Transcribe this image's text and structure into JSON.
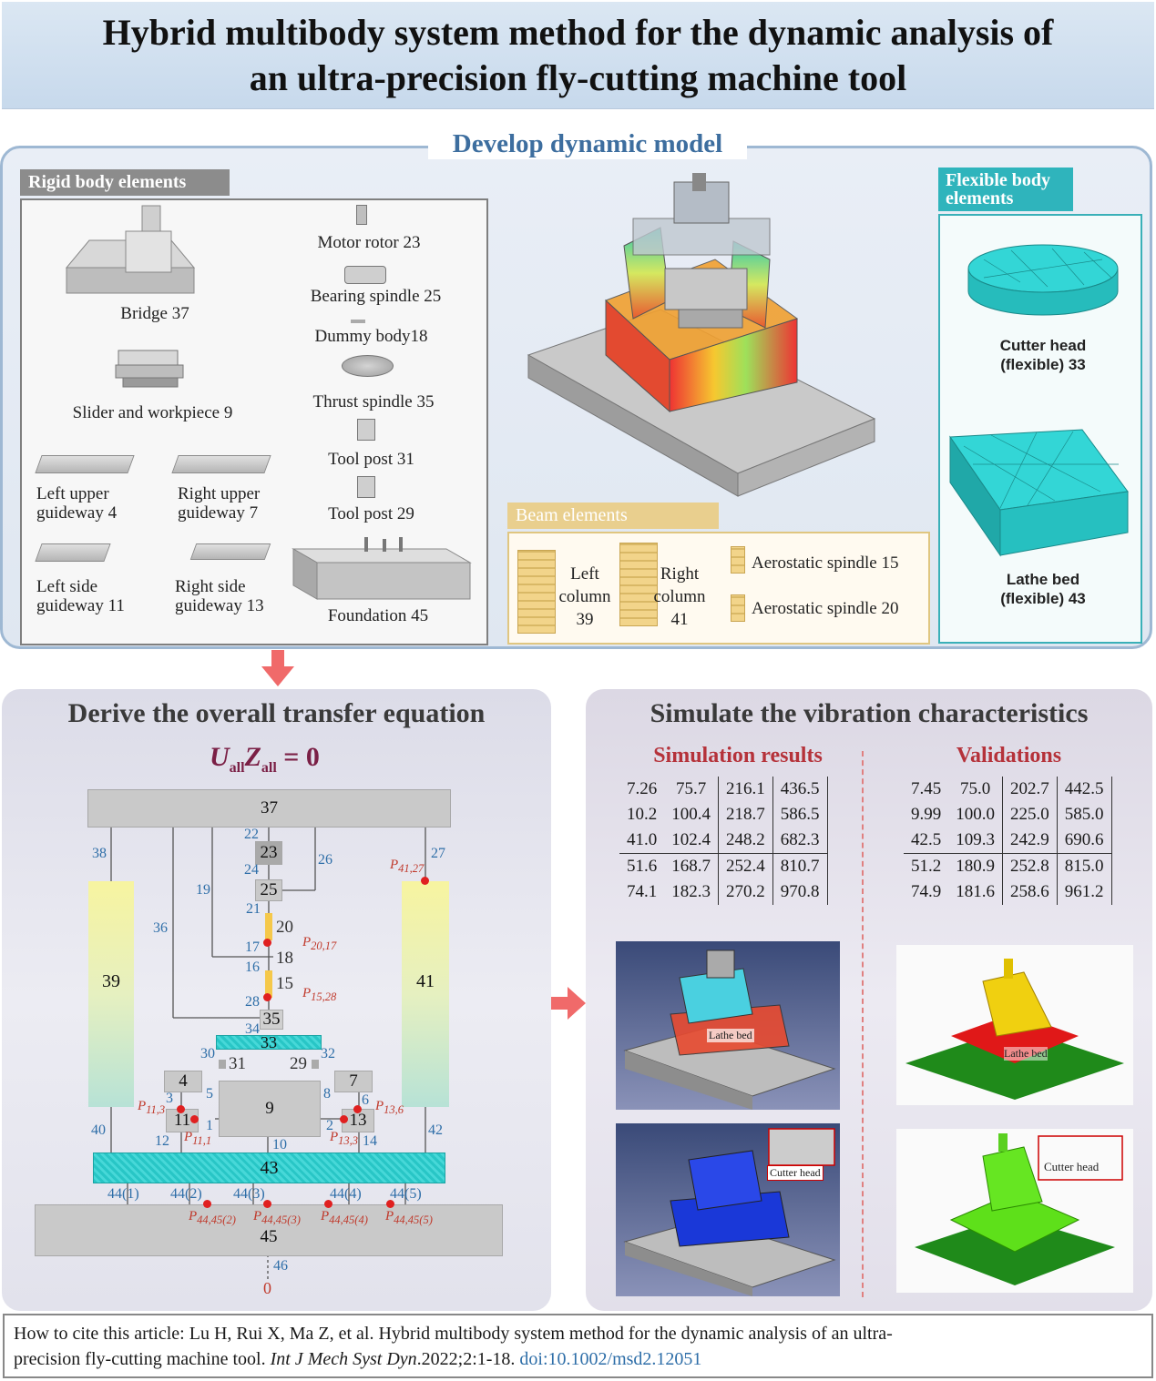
{
  "title": {
    "line1": "Hybrid multibody system method for the dynamic analysis of",
    "line2": "an ultra-precision fly-cutting machine tool"
  },
  "develop": {
    "title": "Develop dynamic model",
    "rigid": {
      "header": "Rigid body elements",
      "items": {
        "bridge": "Bridge 37",
        "slider": "Slider and workpiece 9",
        "lug1": "Left upper",
        "lug2": "guideway 4",
        "rug1": "Right upper",
        "rug2": "guideway 7",
        "lsg1": "Left side",
        "lsg2": "guideway 11",
        "rsg1": "Right side",
        "rsg2": "guideway 13",
        "motor": "Motor rotor 23",
        "bearing": "Bearing spindle 25",
        "dummy": "Dummy body18",
        "thrust": "Thrust spindle 35",
        "tp31": "Tool post 31",
        "tp29": "Tool post 29",
        "foundation": "Foundation 45"
      }
    },
    "beam": {
      "header": "Beam elements",
      "lc1": "Left",
      "lc2": "column",
      "lc3": "39",
      "rc1": "Right",
      "rc2": "column",
      "rc3": "41",
      "as15": "Aerostatic spindle 15",
      "as20": "Aerostatic spindle 20"
    },
    "flexible": {
      "header1": "Flexible body",
      "header2": "elements",
      "ch1": "Cutter head",
      "ch2": "(flexible) 33",
      "lb1": "Lathe bed",
      "lb2": "(flexible) 43"
    }
  },
  "derive": {
    "title": "Derive the overall transfer equation",
    "eq_u": "U",
    "eq_sub1": "all",
    "eq_z": "Z",
    "eq_sub2": "all",
    "eq_rhs": "= 0",
    "nodes": {
      "n37": "37",
      "n23": "23",
      "n25": "25",
      "n20": "20",
      "n18": "18",
      "n15": "15",
      "n35": "35",
      "n33": "33",
      "n31": "31",
      "n29": "29",
      "n4": "4",
      "n7": "7",
      "n9": "9",
      "n11": "11",
      "n13": "13",
      "n39": "39",
      "n41": "41",
      "n43": "43",
      "n45": "45",
      "n0": "0"
    },
    "links": {
      "l38": "38",
      "l27": "27",
      "l22": "22",
      "l24": "24",
      "l26": "26",
      "l19": "19",
      "l21": "21",
      "l36": "36",
      "l17": "17",
      "l16": "16",
      "l28": "28",
      "l34": "34",
      "l30": "30",
      "l32": "32",
      "l3": "3",
      "l5": "5",
      "l8": "8",
      "l6": "6",
      "l1": "1",
      "l2": "2",
      "l12": "12",
      "l10": "10",
      "l14": "14",
      "l40": "40",
      "l42": "42",
      "l44_1": "44(1)",
      "l44_2": "44(2)",
      "l44_3": "44(3)",
      "l44_4": "44(4)",
      "l44_5": "44(5)",
      "l46": "46"
    },
    "points": {
      "p41": "41,27",
      "p20": "20,17",
      "p15": "15,28",
      "p11_3": "11,3",
      "p11_1": "11,1",
      "p13_6": "13,6",
      "p13_3": "13,3",
      "p44_2": "44,45(2)",
      "p44_3": "44,45(3)",
      "p44_4": "44,45(4)",
      "p44_5": "44,45(5)"
    }
  },
  "simulate": {
    "title": "Simulate the vibration characteristics",
    "sim_header": "Simulation results",
    "val_header": "Validations",
    "sim_rows": [
      [
        "7.26",
        "75.7",
        "216.1",
        "436.5"
      ],
      [
        "10.2",
        "100.4",
        "218.7",
        "586.5"
      ],
      [
        "41.0",
        "102.4",
        "248.2",
        "682.3"
      ],
      [
        "51.6",
        "168.7",
        "252.4",
        "810.7"
      ],
      [
        "74.1",
        "182.3",
        "270.2",
        "970.8"
      ]
    ],
    "val_rows": [
      [
        "7.45",
        "75.0",
        "202.7",
        "442.5"
      ],
      [
        "9.99",
        "100.0",
        "225.0",
        "585.0"
      ],
      [
        "42.5",
        "109.3",
        "242.9",
        "690.6"
      ],
      [
        "51.2",
        "180.9",
        "252.8",
        "815.0"
      ],
      [
        "74.9",
        "181.6",
        "258.6",
        "961.2"
      ]
    ],
    "img_lathe1": "Lathe bed",
    "img_lathe2": "Lathe bed",
    "img_cutter1": "Cutter head",
    "img_cutter2": "Cutter head"
  },
  "citation": {
    "text1": "How to cite this article: Lu H, Rui X, Ma Z, et al. Hybrid multibody system method for the dynamic analysis of an ultra-",
    "text2": "precision fly-cutting machine tool. ",
    "journal": "Int J Mech Syst Dyn",
    "text3": ".2022;2:1-18. ",
    "doi": "doi:10.1002/msd2.12051"
  }
}
